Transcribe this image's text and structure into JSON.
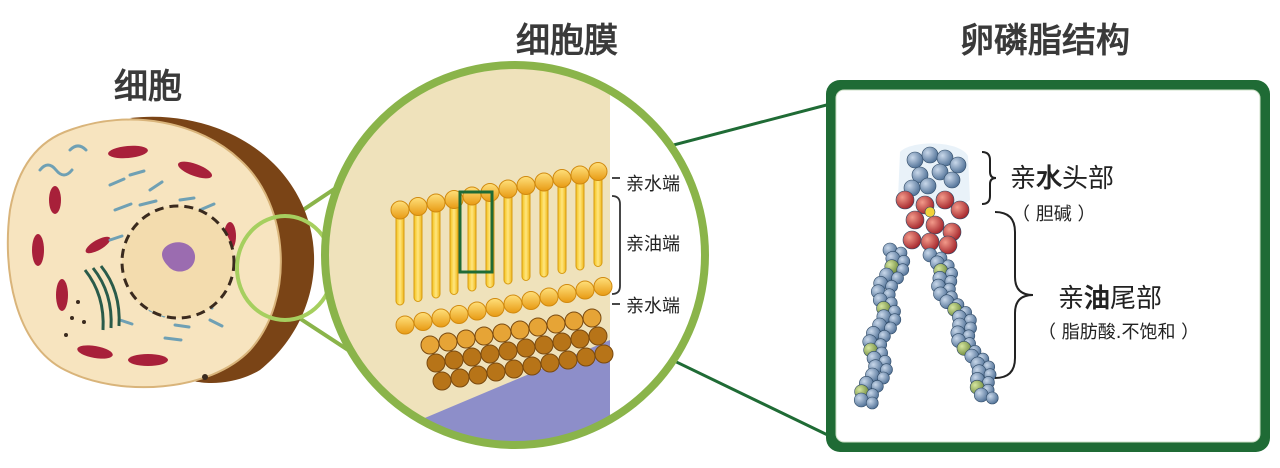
{
  "titles": {
    "cell": "细胞",
    "membrane": "细胞膜",
    "lecithin": "卵磷脂结构"
  },
  "membrane_labels": {
    "top": "亲水端",
    "middle": "亲油端",
    "bottom": "亲水端"
  },
  "lecithin_labels": {
    "head_prefix": "亲",
    "head_bold": "水",
    "head_suffix": "头部",
    "head_note": "（ 胆碱 ）",
    "tail_prefix": "亲",
    "tail_bold": "油",
    "tail_suffix": "尾部",
    "tail_note": "（ 脂肪酸.不饱和 ）"
  },
  "colors": {
    "accent_green": "#8ab44a",
    "dark_green": "#1f6b35",
    "cell_fill": "#f7e4bf",
    "cell_wall": "#7a4416",
    "organelle_red": "#a8203a",
    "organelle_blue": "#6fa0b4",
    "nucleolus": "#9b6cb0",
    "lipid_yellow": "#f2c220",
    "lipid_orange": "#e69a1e",
    "water_bg": "#efe2bb",
    "cytoplasm_purple": "#8d8ec9"
  }
}
